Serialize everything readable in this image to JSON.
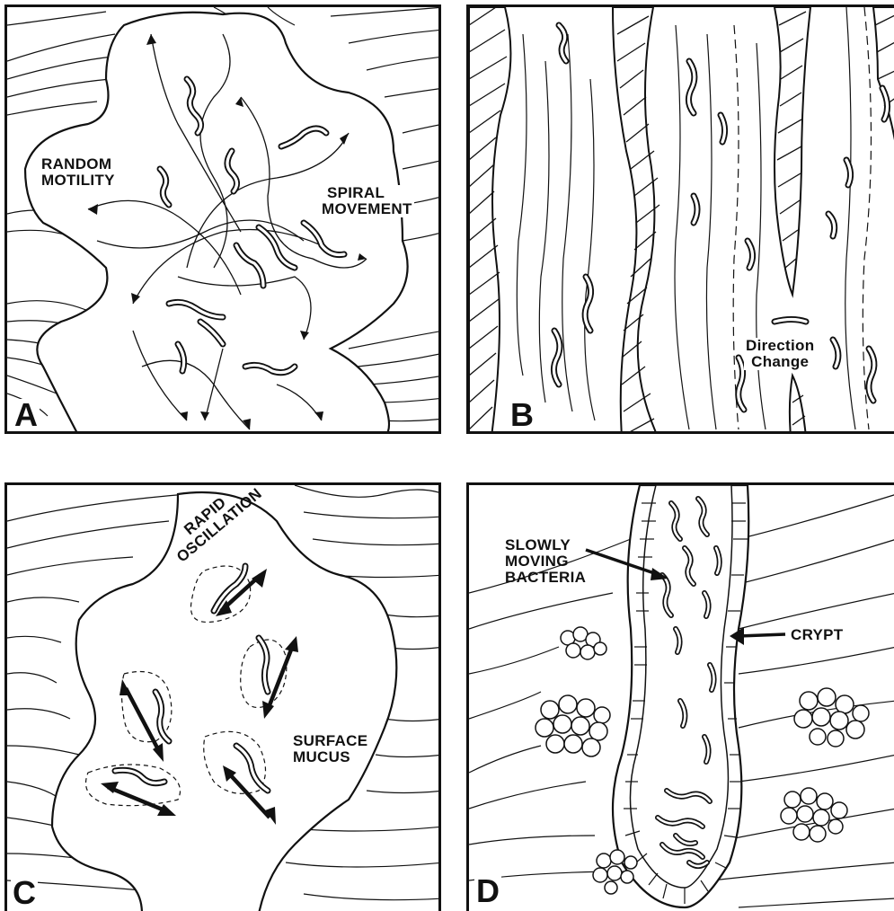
{
  "panels": [
    {
      "letter": "A",
      "labels": {
        "random_motility_1": "RANDOM",
        "random_motility_2": "MOTILITY",
        "spiral_1": "SPIRAL",
        "spiral_2": "MOVEMENT"
      }
    },
    {
      "letter": "B",
      "labels": {
        "direction_1": "Direction",
        "direction_2": "Change"
      }
    },
    {
      "letter": "C",
      "labels": {
        "rapid": "RAPID",
        "oscillation": "OSCILLATION",
        "surface": "SURFACE",
        "mucus": "MUCUS"
      }
    },
    {
      "letter": "D",
      "labels": {
        "slowly": "SLOWLY",
        "moving": "MOVING",
        "bacteria": "BACTERIA",
        "crypt": "CRYPT"
      }
    }
  ],
  "colors": {
    "ink": "#111111",
    "paper": "#ffffff"
  }
}
